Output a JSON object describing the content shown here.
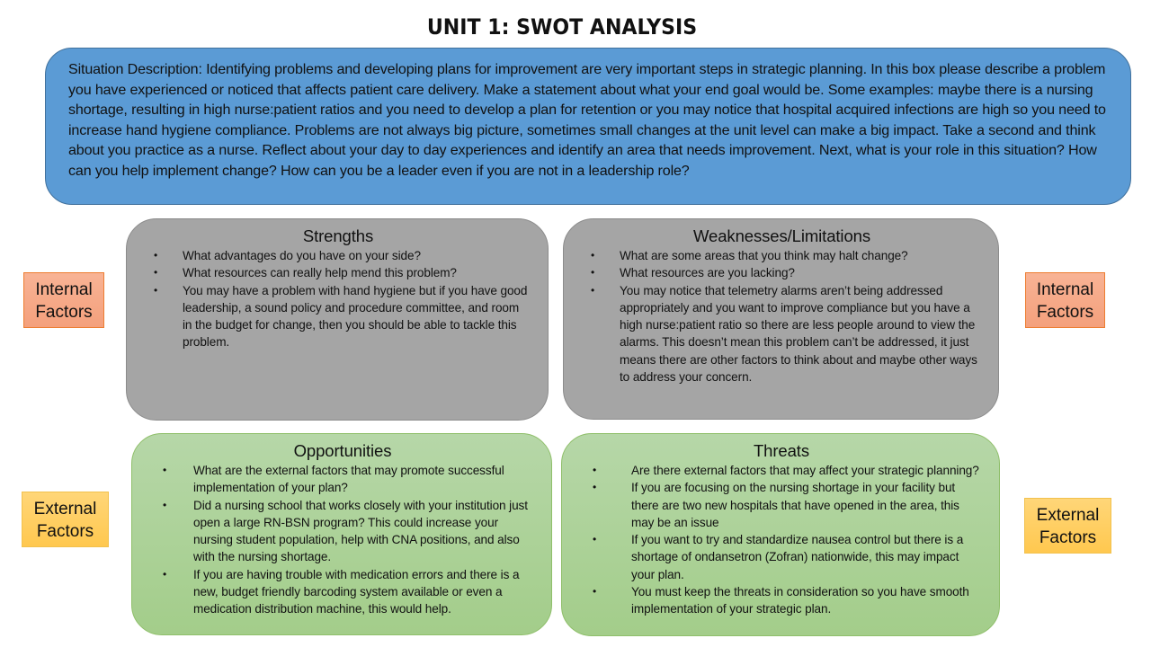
{
  "title": "UNIT 1: SWOT ANALYSIS",
  "situation": {
    "text": "Situation Description: Identifying problems and developing plans for improvement are very important steps in strategic planning. In this box please describe a problem you have experienced or noticed that affects patient care delivery. Make a statement about what your end goal would be. Some examples: maybe there is a nursing shortage, resulting in high nurse:patient ratios and you need to develop a plan for retention or you may notice that hospital acquired infections are high so you need to increase hand hygiene compliance.  Problems are not always big picture, sometimes small changes at the unit level can make a big impact. Take a second and think about you practice as a nurse.  Reflect about your day to day experiences and identify an area that needs improvement. Next, what is your role in this situation? How can you help implement change? How can you be a leader even if you are not in a leadership role?",
    "color": "#5b9bd5"
  },
  "quadrants": {
    "strengths": {
      "title": "Strengths",
      "color": "#a5a5a5",
      "items": [
        "What advantages do you have on your side?",
        "What resources can really help mend this problem?",
        "You may have a problem with hand hygiene but if you have good leadership, a sound policy and procedure committee, and room in the budget for change, then you should be able to tackle this problem."
      ]
    },
    "weaknesses": {
      "title": "Weaknesses/Limitations",
      "color": "#a5a5a5",
      "items": [
        "What are some areas that you think may halt change?",
        "What resources are you lacking?",
        "You may notice that telemetry alarms aren’t being addressed appropriately and you want to improve compliance but you have a high nurse:patient ratio so there are less people around to view the alarms. This doesn’t mean this problem can’t be addressed, it just means there are other factors to think about and maybe other ways to address your concern."
      ]
    },
    "opportunities": {
      "title": "Opportunities",
      "color": "#a9d18e",
      "items": [
        "What are the external factors that may promote successful implementation of your plan?",
        "Did a nursing school that works closely with your institution just open a large RN-BSN program? This could increase your nursing student population, help with CNA positions, and also with the nursing shortage.",
        "If you are having trouble with medication errors and there is a new, budget friendly barcoding system available or even a medication distribution machine, this would help."
      ]
    },
    "threats": {
      "title": "Threats",
      "color": "#a9d18e",
      "items": [
        "Are there external factors that may affect your strategic planning?",
        "If you are focusing on the nursing shortage in your facility but there are two new hospitals that have opened in the area, this may be an issue",
        "If you want to try and standardize nausea control  but there is a shortage of ondansetron (Zofran) nationwide, this may impact your plan.",
        "You must keep the threats in consideration so you have smooth implementation of your strategic plan."
      ]
    }
  },
  "factors": {
    "internal_left": {
      "line1": "Internal",
      "line2": "Factors",
      "color": "#f4b183"
    },
    "internal_right": {
      "line1": "Internal",
      "line2": "Factors",
      "color": "#f4b183"
    },
    "external_left": {
      "line1": "External",
      "line2": "Factors",
      "color": "#ffd966"
    },
    "external_right": {
      "line1": "External",
      "line2": "Factors",
      "color": "#ffd966"
    }
  }
}
